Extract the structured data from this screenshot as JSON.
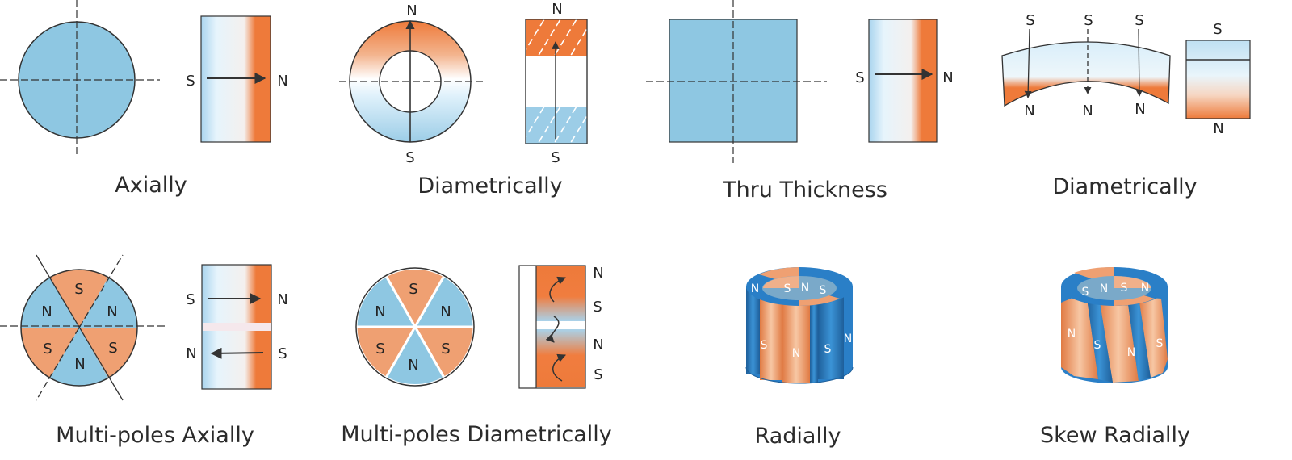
{
  "colors": {
    "blue": "#8ec7e2",
    "light_blue": "#dff1fb",
    "orange": "#ee7a3a",
    "salmon": "#efa072",
    "deep_blue": "#2a7fc7",
    "outline": "#333333"
  },
  "captions": {
    "axially": "Axially",
    "diametrically_ring": "Diametrically",
    "thru_thickness": "Thru Thickness",
    "diametrically_arc": "Diametrically",
    "multi_poles_axially": "Multi-poles Axially",
    "multi_poles_diametrically": "Multi-poles Diametrically",
    "radially": "Radially",
    "skew_radially": "Skew Radially"
  },
  "poles": {
    "axially": {
      "s": "S",
      "n": "N"
    },
    "diametrically_ring": {
      "top": "N",
      "bottom": "S",
      "bar_top": "N",
      "bar_bottom": "S"
    },
    "thru_thickness": {
      "s": "S",
      "n": "N"
    },
    "diametrically_arc": {
      "top": [
        "S",
        "S",
        "S"
      ],
      "bottom": [
        "N",
        "N",
        "N"
      ],
      "block_top": "S",
      "block_bottom": "N"
    },
    "multi_poles_axially": {
      "sectors": [
        "S",
        "N",
        "N",
        "S",
        "N",
        "S"
      ],
      "row1_left": "S",
      "row1_right": "N",
      "row2_left": "N",
      "row2_right": "S"
    },
    "multi_poles_diametrically": {
      "sectors": [
        "S",
        "N",
        "N",
        "S",
        "N",
        "S"
      ],
      "side": [
        "N",
        "S",
        "N",
        "S"
      ]
    },
    "radially": {
      "top": [
        "N",
        "S",
        "N",
        "S"
      ],
      "side": [
        "S",
        "N",
        "S",
        "N"
      ]
    },
    "skew_radially": {
      "top": [
        "S",
        "N",
        "S",
        "N"
      ],
      "side": [
        "N",
        "S",
        "N",
        "S"
      ]
    }
  }
}
